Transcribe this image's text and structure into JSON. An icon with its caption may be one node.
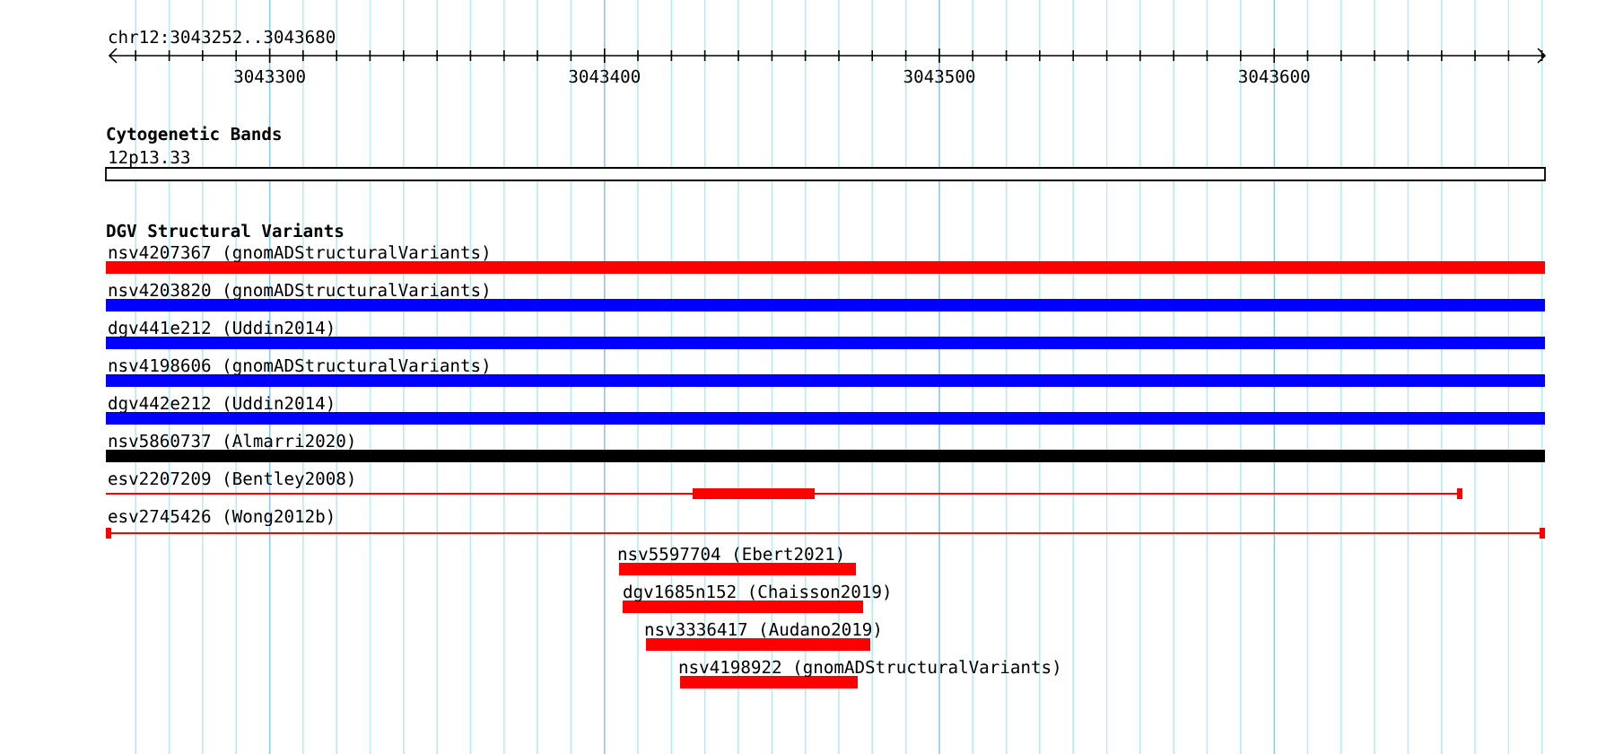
{
  "diagram": {
    "title": "DGV Structural Variants",
    "nodes": [
      {
        "text": [
          "nsv4207367 (gnomADStructuralVariants)"
        ]
      },
      {
        "text": [
          "nsv4203820 (gnomADStructuralVariants)"
        ]
      },
      {
        "text": [
          "dgv441e212 (Uddin2014)"
        ]
      },
      {
        "text": [
          "nsv4198606 (gnomADStructuralVariants)"
        ]
      },
      {
        "text": [
          "dgv442e212 (Uddin2014)"
        ]
      },
      {
        "text": [
          "nsv5860737 (Almarri2020)"
        ]
      },
      {
        "text": [
          "esv2207209 (Bentley2008)"
        ]
      },
      {
        "text": [
          "esv2745426 (Wong2012b)"
        ]
      },
      {
        "text": [
          "nsv5597704 (Ebert2021)"
        ]
      },
      {
        "text": [
          "dgv1685n152 (Chaisson2019)"
        ]
      },
      {
        "text": [
          "nsv3336417 (Audano2019)"
        ]
      },
      {
        "text": [
          "nsv4198922 (gnomADStructuralVariants)"
        ]
      }
    ],
    "labels": [
      "chr12:3043252..3043680",
      "3043300",
      "3043400",
      "3043500",
      "3043600",
      "Cytogenetic Bands",
      "12p13.33"
    ]
  }
}
